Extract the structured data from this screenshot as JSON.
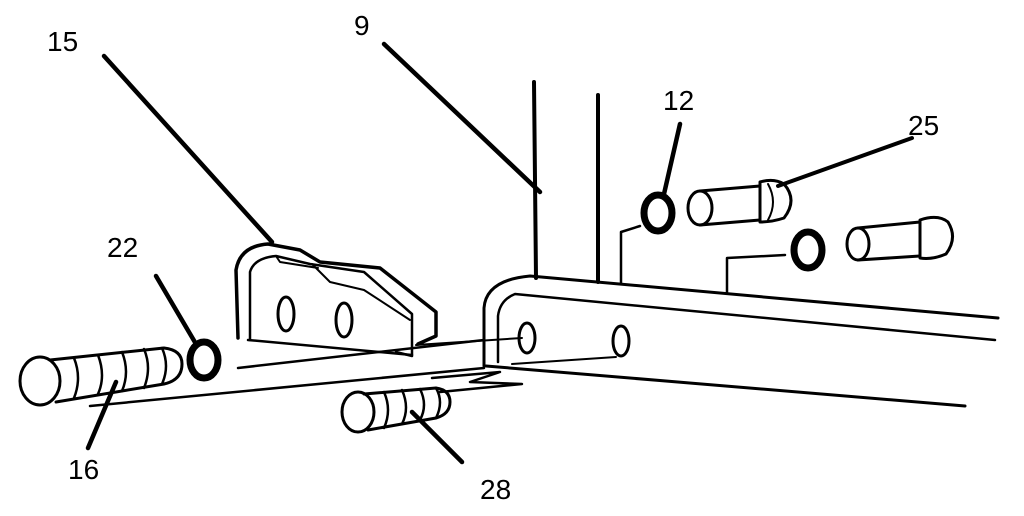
{
  "labels": {
    "l9": "9",
    "l12": "12",
    "l15": "15",
    "l16": "16",
    "l22": "22",
    "l25": "25",
    "l28": "28"
  },
  "colors": {
    "ink": "#000000",
    "paper": "#ffffff"
  }
}
